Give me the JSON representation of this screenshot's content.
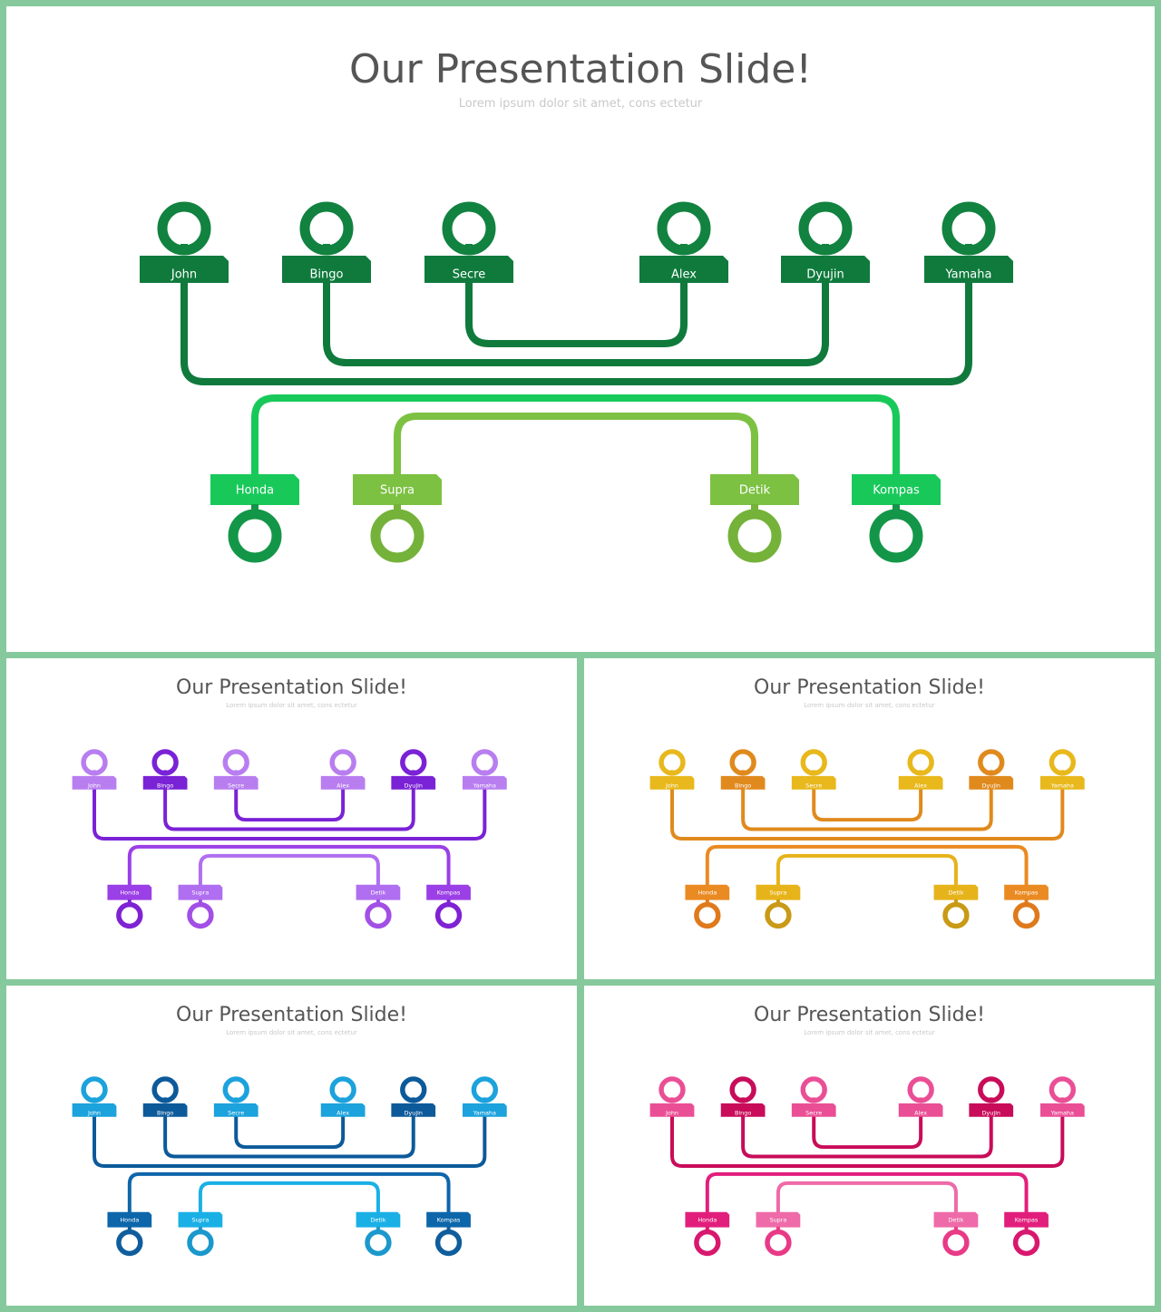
{
  "slides": [
    {
      "id": "green",
      "title": "Our Presentation Slide!",
      "subtitle": "Lorem ipsum dolor sit amet, cons ectetur",
      "colors": {
        "top_dark": "#0f7a3c",
        "top_light": "#1a9a4c",
        "bottom_outer": "#18c95a",
        "bottom_inner": "#7cc142",
        "circle_top": "#11823f",
        "circle_outer": "#139648",
        "circle_inner": "#74b23a"
      }
    },
    {
      "id": "purple",
      "title": "Our Presentation Slide!",
      "subtitle": "Lorem ipsum dolor sit amet, cons ectetur",
      "colors": {
        "top_dark": "#7a22d6",
        "top_light": "#b87ef0",
        "bottom_outer": "#9b3fe6",
        "bottom_inner": "#b06ef0",
        "circle_top": "#8a3ae0",
        "circle_outer": "#7f22d4",
        "circle_inner": "#a24fe6"
      }
    },
    {
      "id": "orange",
      "title": "Our Presentation Slide!",
      "subtitle": "Lorem ipsum dolor sit amet, cons ectetur",
      "colors": {
        "top_dark": "#e08a1e",
        "top_light": "#e8b81c",
        "bottom_outer": "#ea8a22",
        "bottom_inner": "#e6b31a",
        "circle_top": "#e8a81c",
        "circle_outer": "#df7a1c",
        "circle_inner": "#c99a16"
      }
    },
    {
      "id": "blue",
      "title": "Our Presentation Slide!",
      "subtitle": "Lorem ipsum dolor sit amet, cons ectetur",
      "colors": {
        "top_dark": "#0c5a9a",
        "top_light": "#1ca2dc",
        "bottom_outer": "#0d66aa",
        "bottom_inner": "#1ab0e6",
        "circle_top": "#1a90d0",
        "circle_outer": "#0f5d9c",
        "circle_inner": "#1b98cc"
      }
    },
    {
      "id": "pink",
      "title": "Our Presentation Slide!",
      "subtitle": "Lorem ipsum dolor sit amet, cons ectetur",
      "colors": {
        "top_dark": "#c80c5a",
        "top_light": "#ea4f96",
        "bottom_outer": "#e21e7c",
        "bottom_inner": "#ee6aa8",
        "circle_top": "#e0267e",
        "circle_outer": "#d8186e",
        "circle_inner": "#e83a86"
      }
    }
  ],
  "top_nodes": [
    "John",
    "Bingo",
    "Secre",
    "Alex",
    "Dyujin",
    "Yamaha"
  ],
  "bottom_nodes": [
    "Honda",
    "Supra",
    "Detik",
    "Kompas"
  ]
}
